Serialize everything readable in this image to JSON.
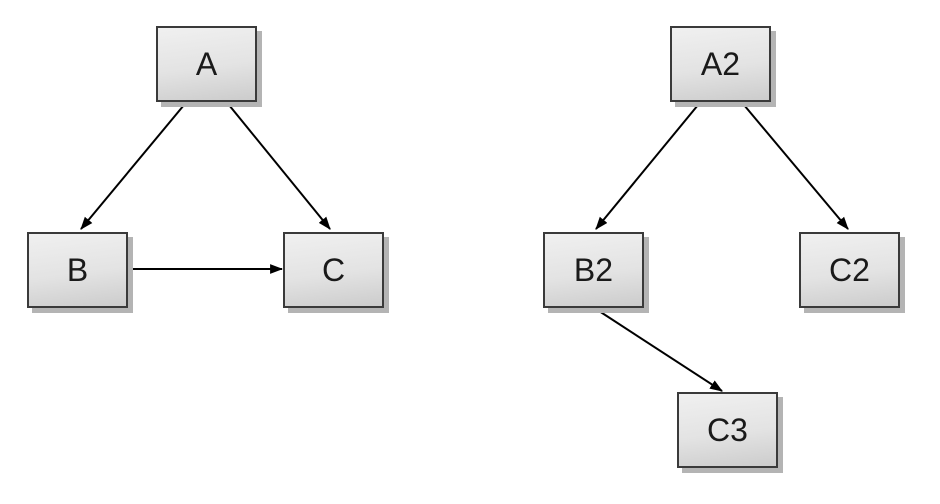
{
  "diagram": {
    "type": "directed-graph",
    "background": "#ffffff",
    "colors": {
      "node_border": "#3a3a3a",
      "node_fill_top": "#f0f0f0",
      "node_fill_bottom": "#cccccc",
      "node_shadow": "#b4b4b4",
      "edge": "#000000",
      "label_text": "#1a1a1a"
    },
    "graphs": [
      {
        "name": "left-graph",
        "nodes": [
          {
            "label": "A"
          },
          {
            "label": "B"
          },
          {
            "label": "C"
          }
        ],
        "edges": [
          {
            "from": "A",
            "to": "B"
          },
          {
            "from": "A",
            "to": "C"
          },
          {
            "from": "B",
            "to": "C"
          }
        ]
      },
      {
        "name": "right-graph",
        "nodes": [
          {
            "label": "A2"
          },
          {
            "label": "B2"
          },
          {
            "label": "C2"
          },
          {
            "label": "C3"
          }
        ],
        "edges": [
          {
            "from": "A2",
            "to": "B2"
          },
          {
            "from": "A2",
            "to": "C2"
          },
          {
            "from": "B2",
            "to": "C3"
          }
        ]
      }
    ]
  }
}
